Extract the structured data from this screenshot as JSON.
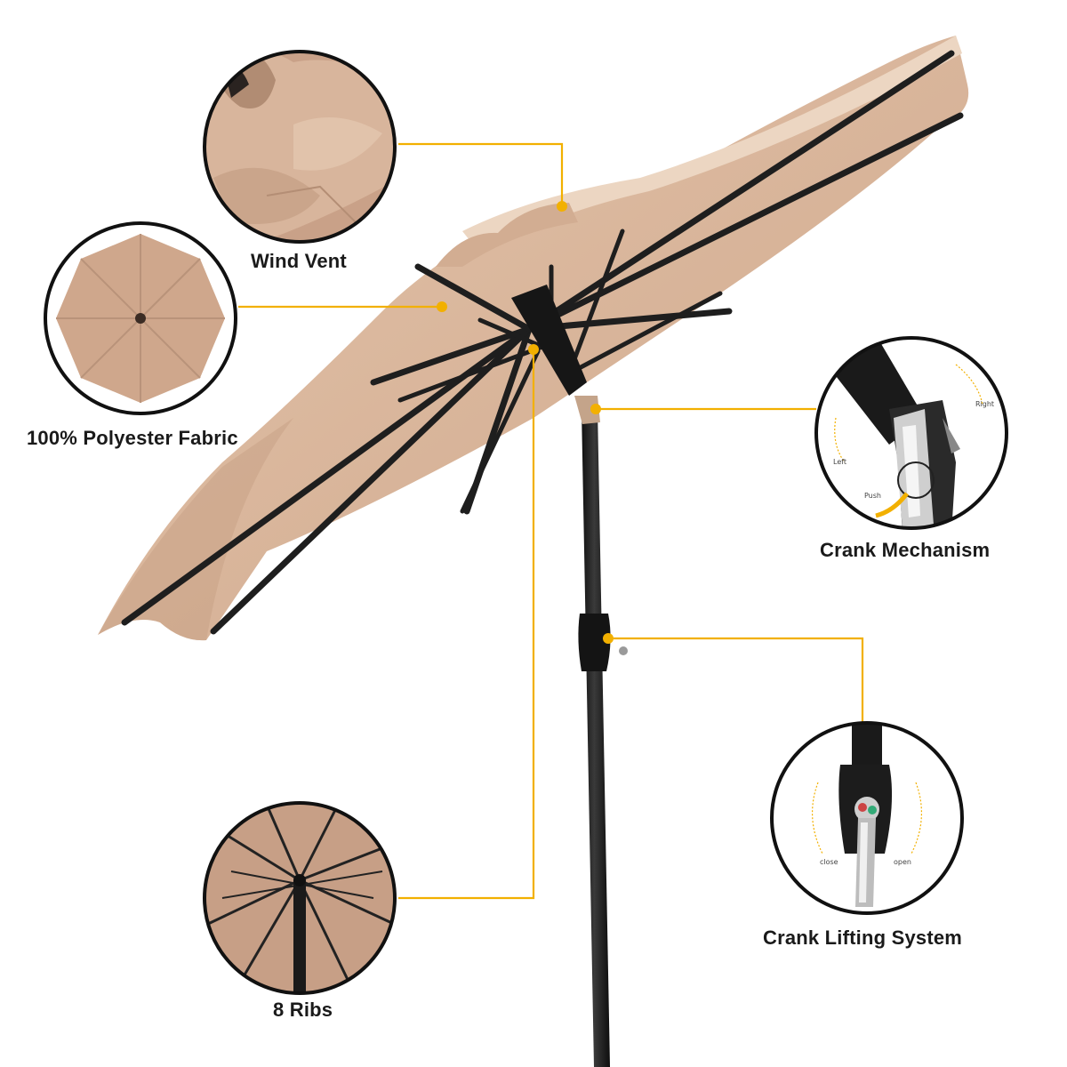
{
  "callouts": {
    "wind_vent": "Wind Vent",
    "fabric": "100% Polyester Fabric",
    "crank_mechanism": "Crank Mechanism",
    "crank_lifting": "Crank Lifting System",
    "ribs": "8 Ribs"
  },
  "crank_mechanism_inset": {
    "left": "Left",
    "right": "Right",
    "push": "Push"
  },
  "crank_lifting_inset": {
    "close": "close",
    "open": "open"
  },
  "colors": {
    "canopy": "#d9b69b",
    "canopy_shade": "#c9a286",
    "frame": "#1f1f1f",
    "leader": "#f2b000",
    "inset_border": "#111111"
  }
}
